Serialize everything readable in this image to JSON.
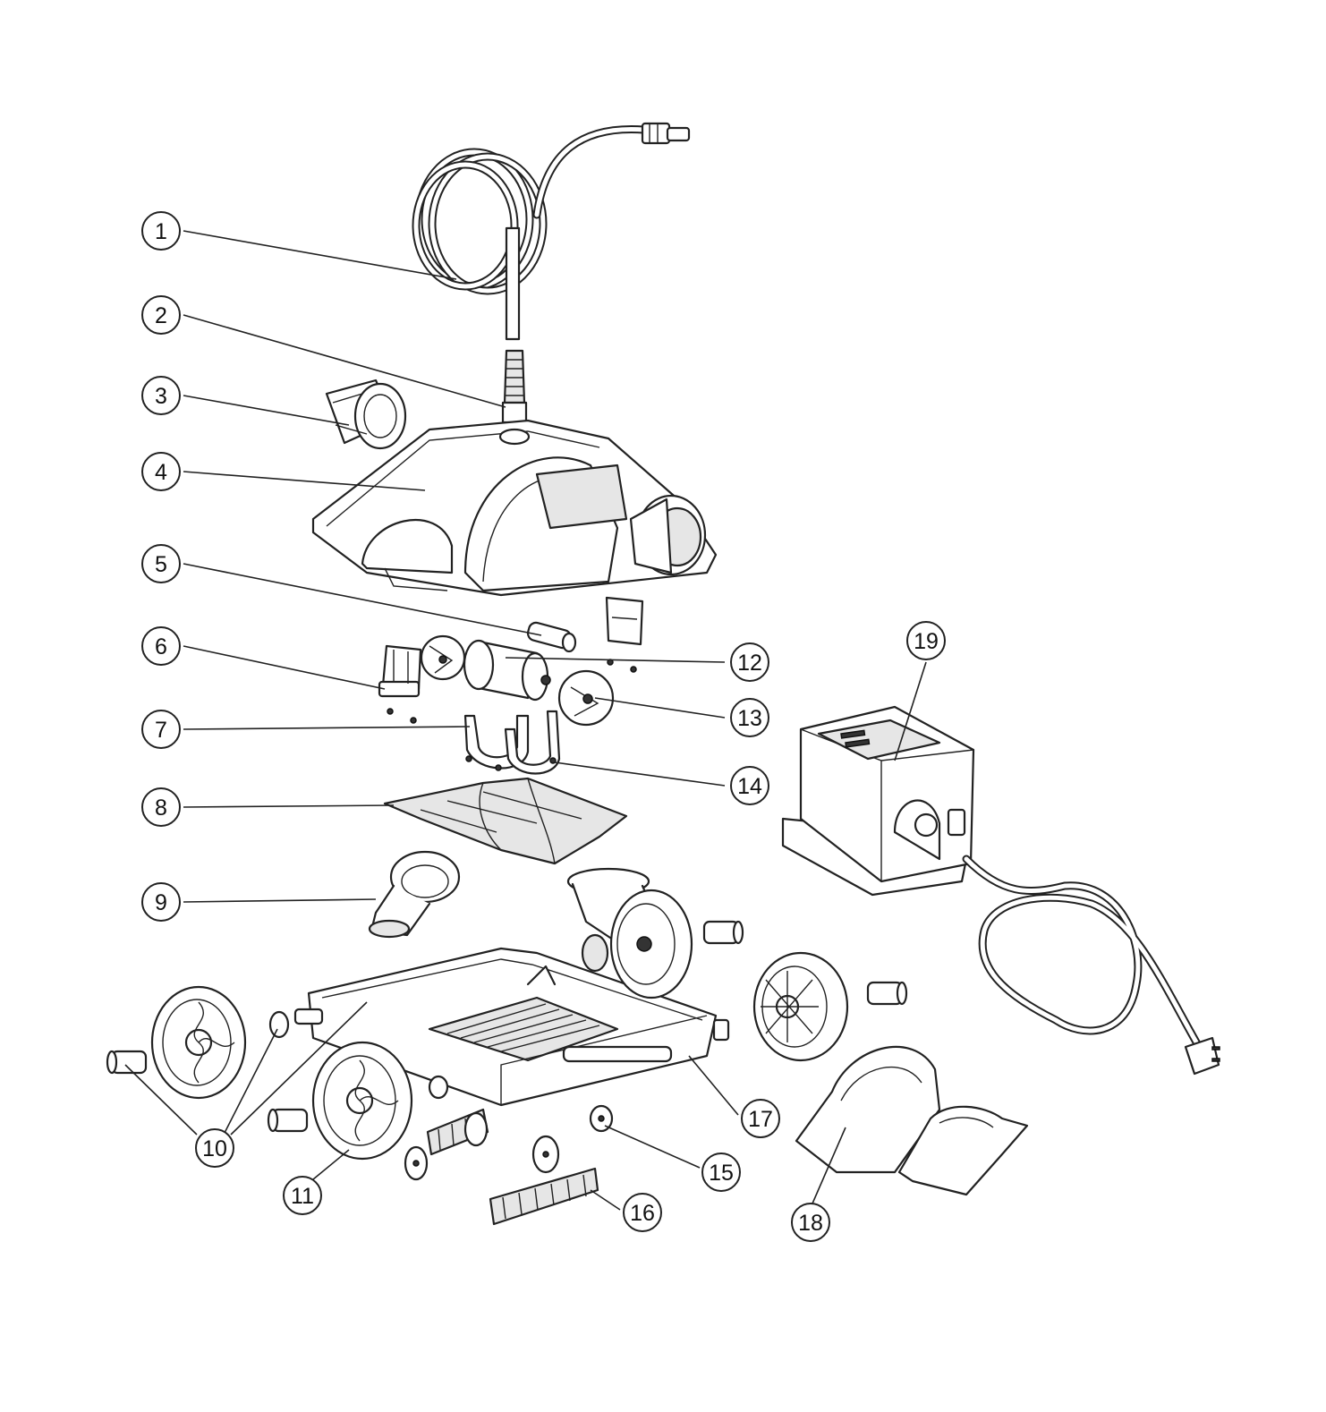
{
  "callouts": [
    {
      "id": "1",
      "label": "1"
    },
    {
      "id": "2",
      "label": "2"
    },
    {
      "id": "3",
      "label": "3"
    },
    {
      "id": "4",
      "label": "4"
    },
    {
      "id": "5",
      "label": "5"
    },
    {
      "id": "6",
      "label": "6"
    },
    {
      "id": "7",
      "label": "7"
    },
    {
      "id": "8",
      "label": "8"
    },
    {
      "id": "9",
      "label": "9"
    },
    {
      "id": "10",
      "label": "10"
    },
    {
      "id": "11",
      "label": "11"
    },
    {
      "id": "12",
      "label": "12"
    },
    {
      "id": "13",
      "label": "13"
    },
    {
      "id": "14",
      "label": "14"
    },
    {
      "id": "15",
      "label": "15"
    },
    {
      "id": "16",
      "label": "16"
    },
    {
      "id": "17",
      "label": "17"
    },
    {
      "id": "18",
      "label": "18"
    },
    {
      "id": "19",
      "label": "19"
    }
  ],
  "colors": {
    "line": "#222222",
    "background": "#ffffff"
  }
}
